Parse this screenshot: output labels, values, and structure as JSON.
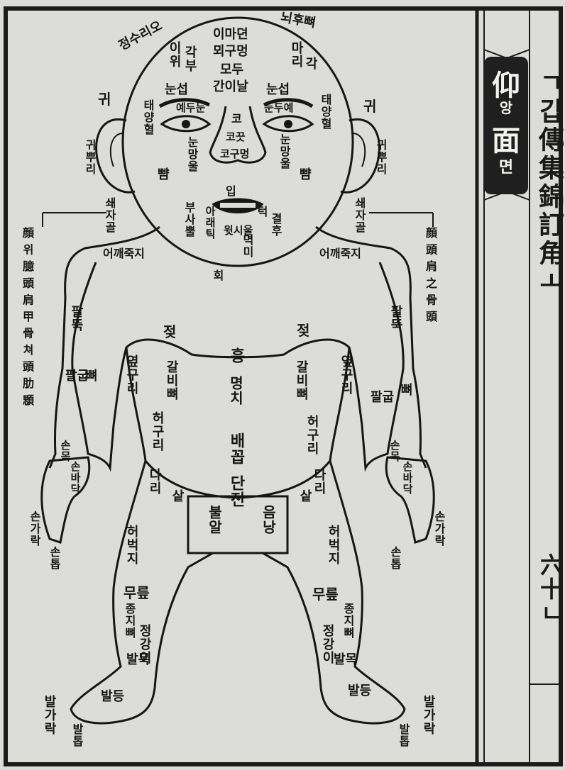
{
  "title": {
    "chars": [
      "仰",
      "앙",
      "面",
      "면"
    ]
  },
  "margin": {
    "text": "ㄱ갑傳集錦訂角ㅗ",
    "number": "六十ㄴ"
  },
  "labels": {
    "head_arc_left": "정수리오",
    "head_arc_right": "뇌후뼈",
    "forehead": "이마뎐",
    "forehead2": "뫼구멍",
    "forehead3": "모두",
    "forehead4": "간이날",
    "temple_left": "이위",
    "temple_left2": "각부",
    "temple_right": "마리",
    "temple_right2": "각",
    "brow_left": "눈섭",
    "brow_right": "눈섭",
    "eye_inner_left": "예두눈",
    "eye_inner_right": "눈두예",
    "cheek_left": "태양혈",
    "cheek_right": "태양혈",
    "eye_under_left": "눈망울",
    "eye_under_right": "눈망울",
    "nose": "코",
    "nose2": "코끗",
    "nostril": "코구멍",
    "ear_left": "귀",
    "ear_right": "귀",
    "jaw_left": "뺨",
    "jaw_right": "뺨",
    "mouth": "입",
    "lip": "아래틱",
    "chin": "윗시울",
    "ear_root_left": "귀뿌리",
    "ear_root_right": "귀뿌리",
    "neck_left": "부사뿔",
    "neck_right": "턱",
    "throat": "멱미",
    "throat2": "결후",
    "collar_left": "쇄자골",
    "collar_right": "쇄자골",
    "shoulder_left": "어깨죽지",
    "shoulder_right": "어깨죽지",
    "side_note_left": "顔 위 臆 頭 肩 甲 骨 쳐 頭 肋 顋",
    "side_note_right": "顔 頭 肩 之 骨 頭",
    "chest_center": "흉",
    "chest_center2": "명치",
    "chest_center3": "배꼽",
    "chest_mid": "회",
    "belly": "단전",
    "nipple_left": "젖",
    "nipple_right": "젖",
    "rib_left": "갈비뼈",
    "rib_right": "갈비뼈",
    "upper_arm_left": "팔뚝",
    "upper_arm_right": "팔뚝",
    "elbow_left": "팔굽",
    "elbow_right": "팔굽",
    "forearm_left": "뼈",
    "forearm_right": "뼈",
    "side_left": "허구리",
    "side_right": "허구리",
    "waist_left": "옆구리",
    "waist_right": "옆구리",
    "wrist_left": "손목",
    "wrist_right": "손목",
    "palm_left": "손바닥",
    "palm_right": "손바닥",
    "finger_left": "손가락",
    "finger_right": "손가락",
    "fingernail_left": "손톱",
    "fingernail_right": "손톱",
    "groin": "불알",
    "genital": "음낭",
    "crotch_left": "샅",
    "crotch_right": "샅",
    "thigh_left": "다리",
    "thigh_right": "다리",
    "thigh_left2": "허벅지",
    "thigh_right2": "허벅지",
    "knee_left": "무릎",
    "knee_right": "무릎",
    "kneecap_left": "종지뼈",
    "kneecap_right": "종지뼈",
    "shin_left": "정강이",
    "shin_right": "정강이",
    "ankle_left": "발목",
    "ankle_right": "발목",
    "foot_left": "발등",
    "foot_right": "발등",
    "toe_left": "발가락",
    "toe_right": "발가락",
    "toenail_left": "발톱",
    "toenail_right": "발톱"
  }
}
